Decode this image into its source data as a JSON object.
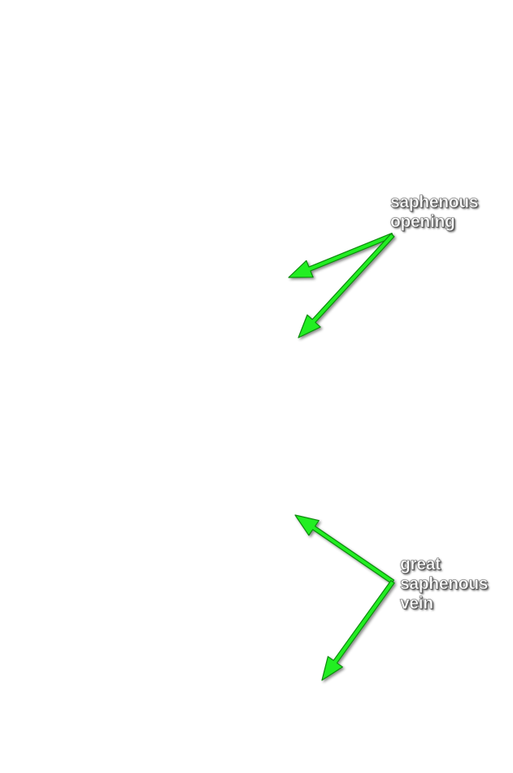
{
  "colors": {
    "background": "#ffffff",
    "arrow_fill": "#22ee22",
    "arrow_stroke": "#0f8a0f",
    "label_text": "#ffffff",
    "label_shadow": "#555555"
  },
  "annotations": [
    {
      "id": "saphenous-opening",
      "lines": [
        "saphenous",
        "opening"
      ],
      "arrow_count": 2
    },
    {
      "id": "great-saphenous-vein",
      "lines": [
        "great",
        "saphenous",
        "vein"
      ],
      "arrow_count": 2
    }
  ]
}
